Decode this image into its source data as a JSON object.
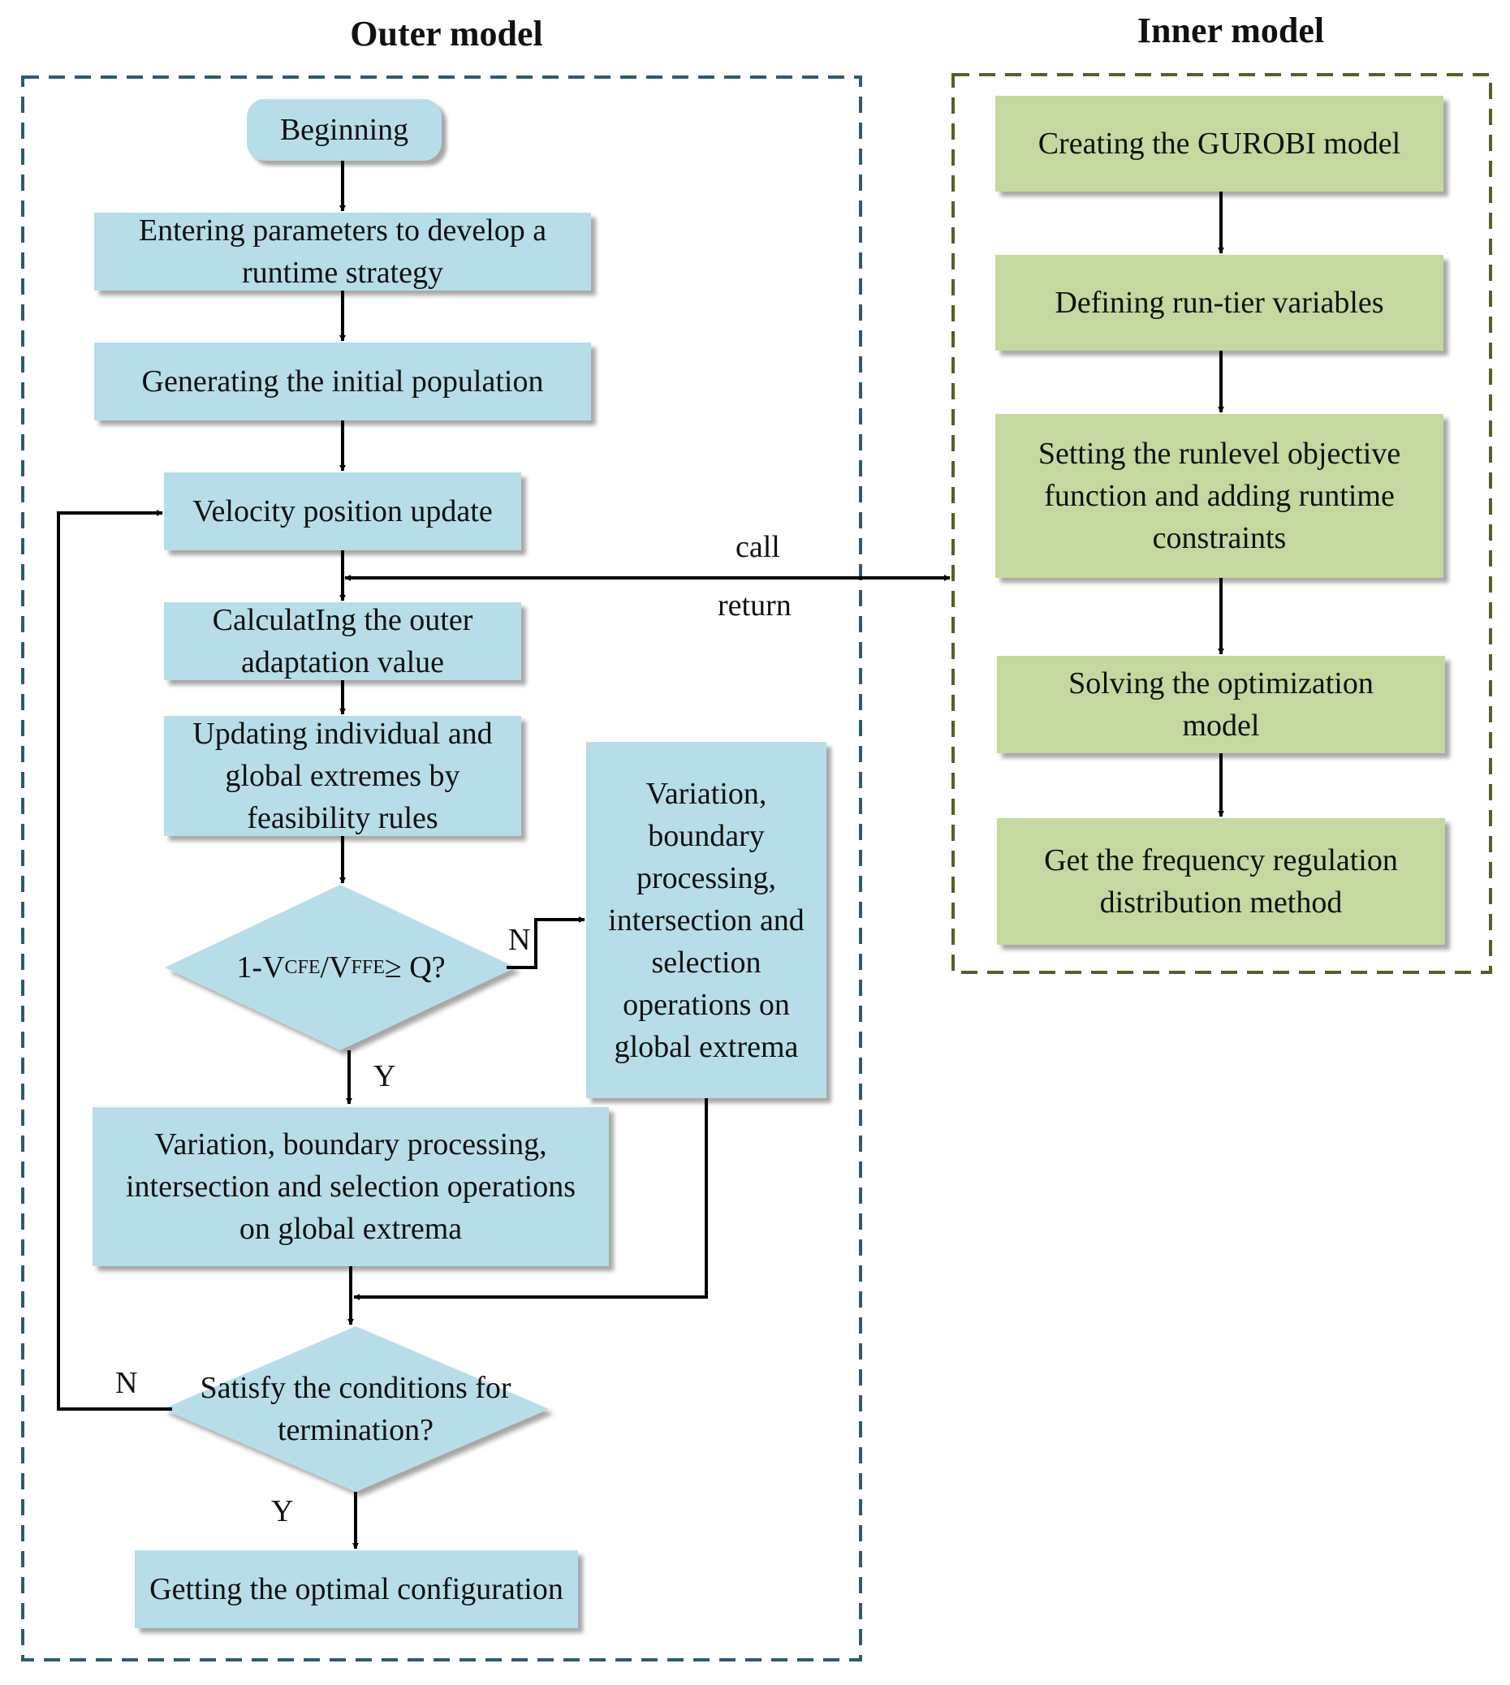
{
  "titles": {
    "outer": "Outer model",
    "inner": "Inner model"
  },
  "outer": {
    "beginning": "Beginning",
    "entering": "Entering parameters to develop a runtime strategy",
    "generating": "Generating the initial population",
    "velocity": "Velocity position update",
    "calculating": "CalculatIng the outer adaptation value",
    "updating": "Updating individual and global extremes by feasibility rules",
    "decision1": {
      "prefix": "1-V",
      "sub1": "CFE",
      "mid": "/V",
      "sub2": "FFE",
      "suffix": "≥ Q?"
    },
    "variation_right": "Variation, boundary processing, intersection and selection operations on global extrema",
    "variation_main": "Variation, boundary processing, intersection and selection operations on global extrema",
    "decision2": "Satisfy the conditions for termination?",
    "getting": "Getting the optimal configuration"
  },
  "inner": {
    "creating": "Creating the GUROBI model",
    "defining": "Defining run-tier variables",
    "setting": "Setting the runlevel objective function and adding runtime constraints",
    "solving": "Solving the optimization model",
    "get": "Get the frequency regulation distribution method"
  },
  "labels": {
    "call": "call",
    "return": "return",
    "n1": "N",
    "y1": "Y",
    "n2": "N",
    "y2": "Y"
  },
  "colors": {
    "outer_box": "#b7dde8",
    "inner_box": "#c5d89f",
    "outer_frame": "#2e5b6e",
    "inner_frame": "#4f6228"
  }
}
